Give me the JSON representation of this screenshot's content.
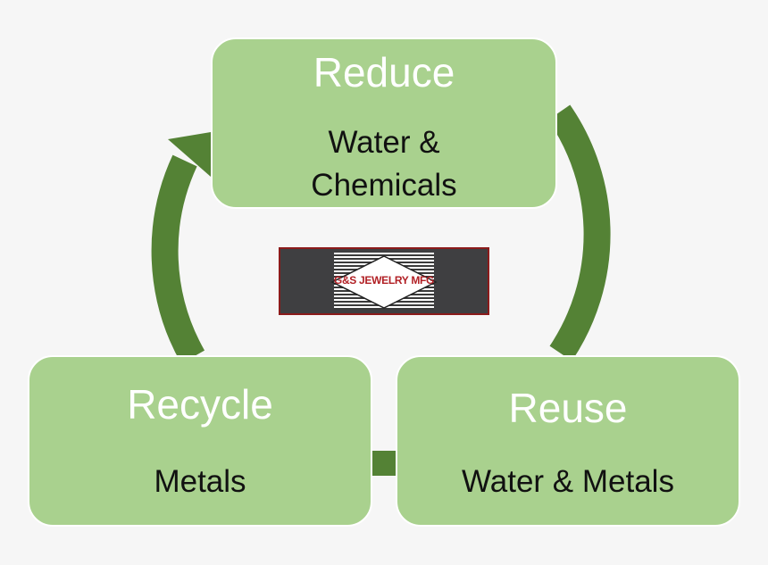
{
  "diagram": {
    "reduce": {
      "title": "Reduce",
      "lines": [
        "Water &",
        "Chemicals"
      ]
    },
    "recycle": {
      "title": "Recycle",
      "lines": [
        "Metals"
      ]
    },
    "reuse": {
      "title": "Reuse",
      "lines": [
        "Water & Metals"
      ]
    }
  },
  "logo": {
    "text": "G&S JEWELRY MFG"
  },
  "colors": {
    "box_fill": "#a9d18e",
    "arrow": "#548235",
    "title_text": "#ffffff",
    "body_text": "#111111",
    "logo_red": "#b11f24"
  }
}
